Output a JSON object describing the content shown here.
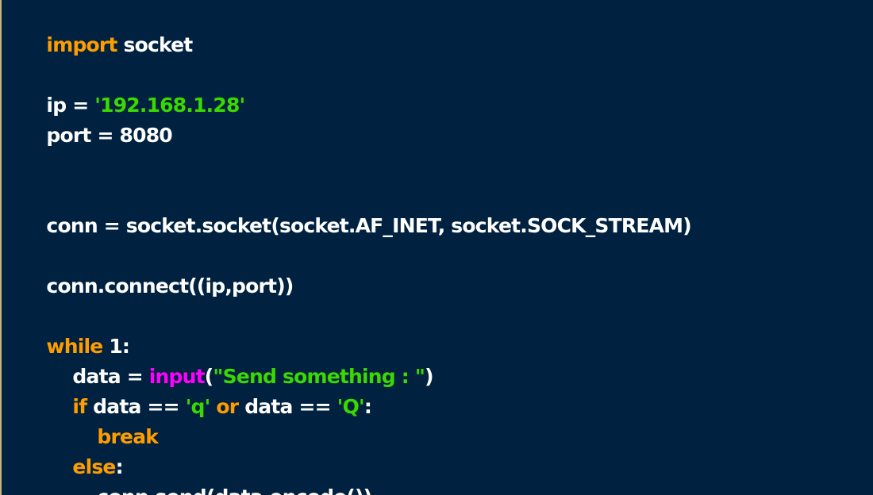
{
  "colors": {
    "background": "#002240",
    "keyword": "#ff9d00",
    "string": "#3ad900",
    "builtin": "#ff00ff",
    "text": "#ffffff",
    "left_border": "#c9b47a"
  },
  "code": {
    "l1": {
      "kw": "import",
      "text": " socket"
    },
    "l3": {
      "text_a": "ip = ",
      "str": "'192.168.1.28'"
    },
    "l4": {
      "text": "port = 8080"
    },
    "l7": {
      "text": "conn = socket.socket(socket.AF_INET, socket.SOCK_STREAM)"
    },
    "l9": {
      "text": "conn.connect((ip,port))"
    },
    "l11": {
      "kw": "while",
      "text": " 1:"
    },
    "l12": {
      "text_a": "data = ",
      "bi": "input",
      "text_b": "(",
      "str": "\"Send something : \"",
      "text_c": ")"
    },
    "l13": {
      "kw_if": "if",
      "text_a": " data == ",
      "str_a": "'q'",
      "kw_or": " or",
      "text_b": " data == ",
      "str_b": "'Q'",
      "text_c": ":"
    },
    "l14": {
      "kw": "break"
    },
    "l15": {
      "kw": "else",
      "text": ":"
    },
    "l16": {
      "text": "conn.send(data.encode())"
    }
  }
}
